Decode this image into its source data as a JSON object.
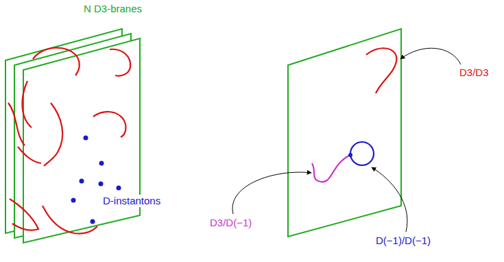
{
  "diagram": {
    "labels": [
      "N D3-branes",
      "D-instantons",
      "D3/D3",
      "D3/D(−1)",
      "D(−1)/D(−1)"
    ]
  }
}
